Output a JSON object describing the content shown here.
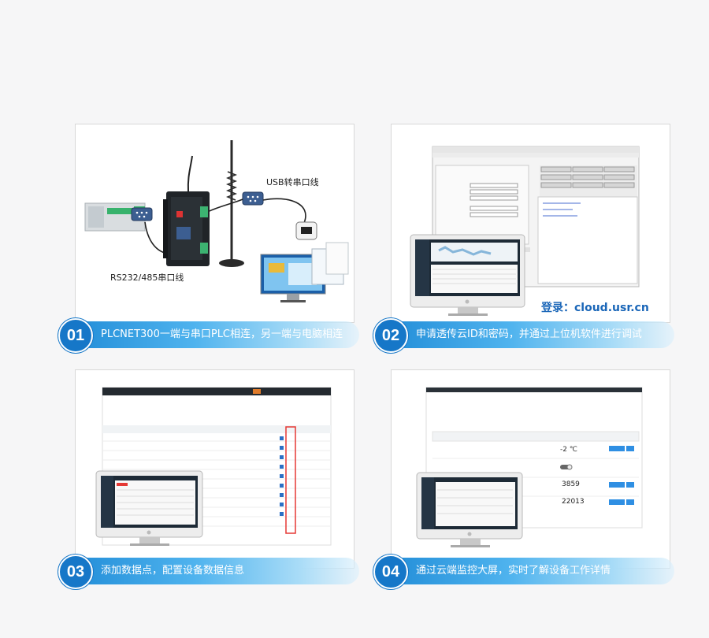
{
  "step1": {
    "number": "01",
    "caption": "PLCNET300一端与串口PLC相连，另一端与电脑相连",
    "label_usb": "USB转串口线",
    "label_rs": "RS232/485串口线"
  },
  "step2": {
    "number": "02",
    "caption": "申请透传云ID和密码，并通过上位机软件进行调试",
    "login_label": "登录：cloud.usr.cn"
  },
  "step3": {
    "number": "03",
    "caption": "添加数据点，配置设备数据信息"
  },
  "step4": {
    "number": "04",
    "caption": "通过云端监控大屏，实时了解设备工作详情",
    "readings": [
      "3859",
      "22013"
    ],
    "unit": "℃",
    "temp_value": "-2"
  },
  "colors": {
    "accent": "#1677c8",
    "gradient_start": "#1e8ad6",
    "login_text": "#1a66b8",
    "highlight": "#e53935"
  }
}
